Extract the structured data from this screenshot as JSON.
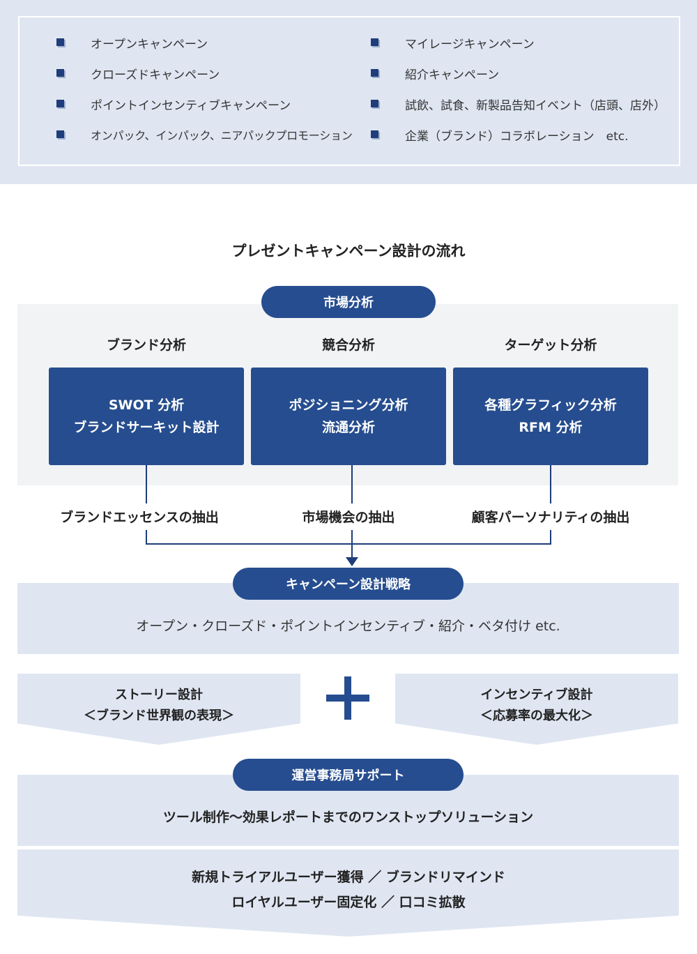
{
  "campaign_list": {
    "left": [
      "オープンキャンペーン",
      "クローズドキャンペーン",
      "ポイントインセンティブキャンペーン",
      "オンパック、インパック、ニアパックプロモーション"
    ],
    "right": [
      "マイレージキャンペーン",
      "紹介キャンペーン",
      "試飲、試食、新製品告知イベント（店頭、店外）",
      "企業（ブランド）コラボレーション　etc."
    ]
  },
  "flow": {
    "title": "プレゼントキャンペーン設計の流れ",
    "market_analysis": {
      "label": "市場分析",
      "columns": [
        {
          "heading": "ブランド分析",
          "box_lines": [
            "SWOT 分析",
            "ブランドサーキット設計"
          ],
          "extraction": "ブランドエッセンスの抽出"
        },
        {
          "heading": "競合分析",
          "box_lines": [
            "ポジショニング分析",
            "流通分析"
          ],
          "extraction": "市場機会の抽出"
        },
        {
          "heading": "ターゲット分析",
          "box_lines": [
            "各種グラフィック分析",
            "RFM 分析"
          ],
          "extraction": "顧客パーソナリティの抽出"
        }
      ]
    },
    "strategy": {
      "label": "キャンペーン設計戦略",
      "text": "オープン・クローズド・ポイントインセンティブ・紹介・ベタ付け etc."
    },
    "design": {
      "story": [
        "ストーリー設計",
        "＜ブランド世界観の表現＞"
      ],
      "incentive": [
        "インセンティブ設計",
        "＜応募率の最大化＞"
      ]
    },
    "support": {
      "label": "運営事務局サポート",
      "text": "ツール制作〜効果レポートまでのワンストップソリューション"
    },
    "outcomes": [
      "新規トライアルユーザー獲得 ／ ブランドリマインド",
      "ロイヤルユーザー固定化 ／ 口コミ拡散"
    ]
  },
  "colors": {
    "navy": "#264d8f",
    "light_blue": "#dfe6f2",
    "light_gray": "#f1f3f5"
  }
}
